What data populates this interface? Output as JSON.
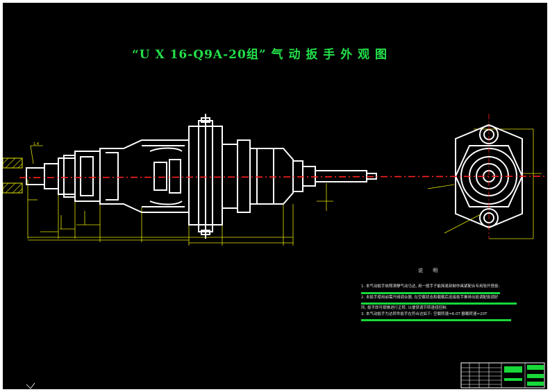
{
  "drawing": {
    "title": "“U X 16-Q9A-20组” 气 动 扳 手 外 观 图",
    "left_label": "1:4",
    "notes_heading": "说 明",
    "notes": [
      "1.   本气动扳手依照津静气动马达, 用一般手子能简易刻制作具紧配合专用软开搭扳:",
      "2.   本扳手使用前需开阀调合器, 在空载状态和载载后连接扳手推排出扳调配扳调好",
      "所, 扳手即可按推进行正转, 以便获调节转速扭控制.",
      "3.   本气动扳手为达转件扳手在符合达如下: 空载转速=6.0T 额载转速=20T"
    ]
  },
  "colors": {
    "background": "#000000",
    "outline": "#ffffff",
    "dimension": "#e6e600",
    "centerline": "#ff2020",
    "title": "#22e04a",
    "bars": "#18d83a"
  }
}
